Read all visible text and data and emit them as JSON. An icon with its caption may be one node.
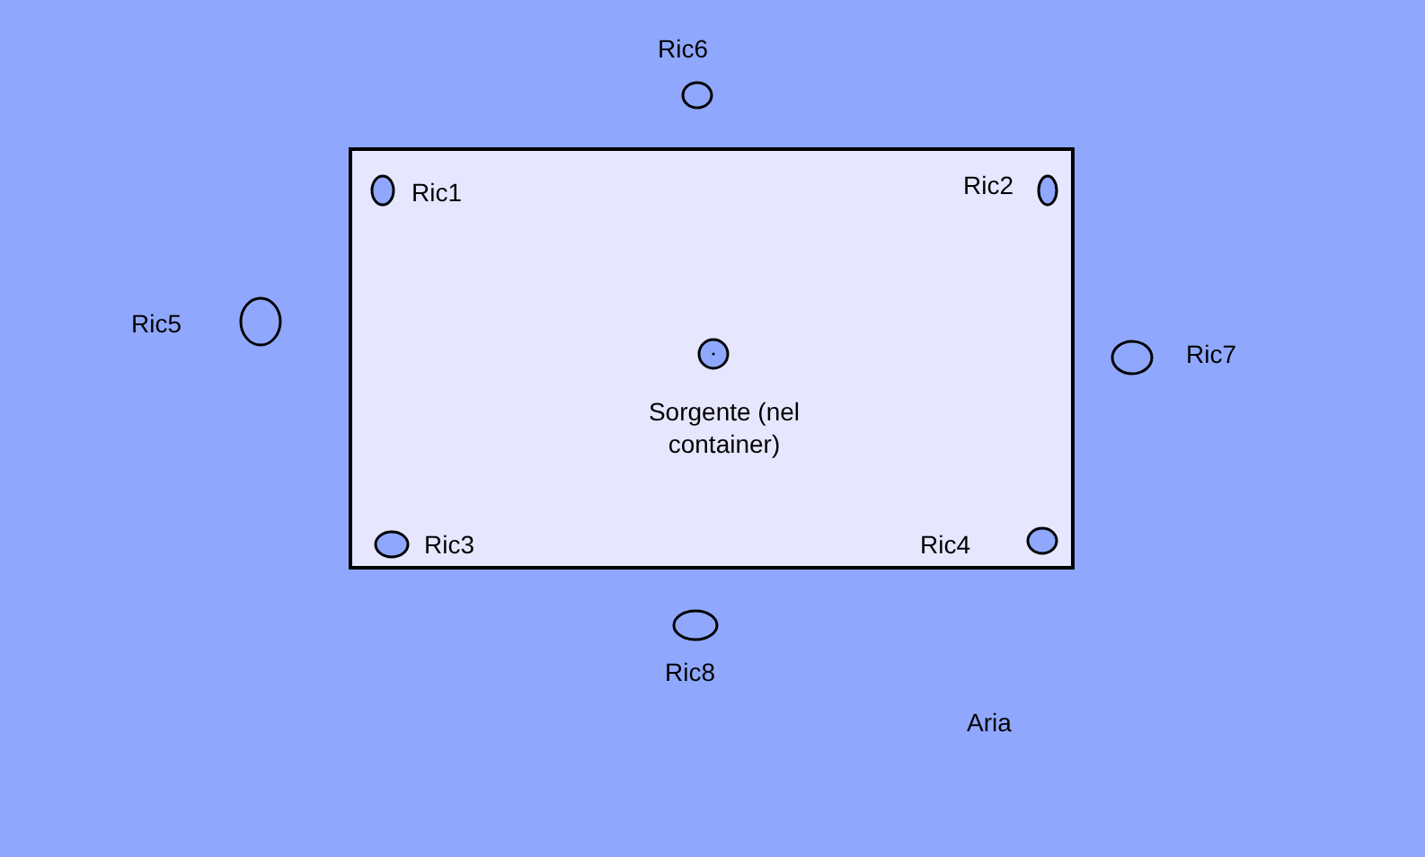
{
  "diagram": {
    "nodes": [
      {
        "text": [],
        "shape": "box"
      },
      {
        "text": [],
        "shape": "ellipse",
        "beside": [
          "Ric6"
        ]
      },
      {
        "text": [],
        "shape": "ellipse",
        "beside": [
          "Ric1"
        ],
        "in": 0
      },
      {
        "text": [],
        "shape": "ellipse",
        "beside": [
          "Ric2"
        ],
        "in": 0
      },
      {
        "text": [],
        "shape": "ellipse",
        "beside": [
          "Ric5"
        ]
      },
      {
        "text": [],
        "shape": "circle",
        "beside": [
          "Sorgente (nel container)"
        ],
        "in": 0
      },
      {
        "text": [],
        "shape": "ellipse",
        "beside": [
          "Ric7"
        ]
      },
      {
        "text": [],
        "shape": "ellipse",
        "beside": [
          "Ric3"
        ],
        "in": 0
      },
      {
        "text": [],
        "shape": "ellipse",
        "beside": [
          "Ric4"
        ],
        "in": 0
      },
      {
        "text": [],
        "shape": "ellipse",
        "beside": [
          "Ric8"
        ]
      }
    ],
    "labels": [
      "Aria"
    ]
  }
}
